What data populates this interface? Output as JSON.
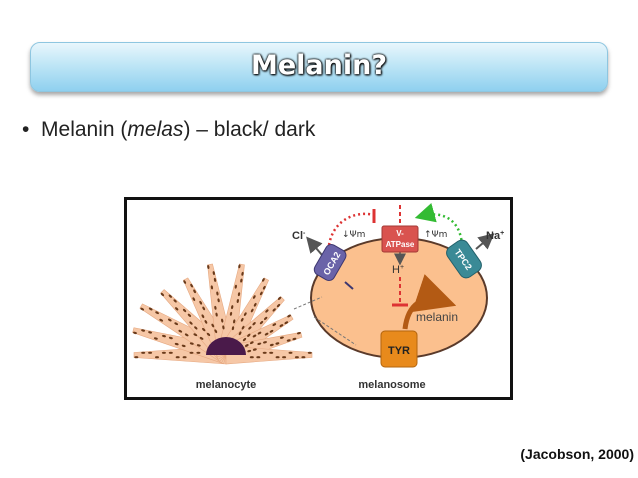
{
  "slide": {
    "title": "Melanin?",
    "bullet": {
      "marker": "•",
      "prefix": "Melanin (",
      "italic": "melas",
      "suffix": ") – black/ dark"
    },
    "citation": "(Jacobson, 2000)"
  },
  "diagram": {
    "labels": {
      "cl": "Cl",
      "cl_sup": "-",
      "psi_left": "↓Ψm",
      "psi_right": "↑Ψm",
      "v_atpase_1": "V-",
      "v_atpase_2": "ATPase",
      "h_plus": "H",
      "h_sup": "+",
      "na": "Na",
      "na_sup": "+",
      "oca2": "OCA2",
      "tpc2": "TPC2",
      "melanin": "melanin",
      "tyr": "TYR",
      "melanocyte": "melanocyte",
      "melanosome": "melanosome"
    },
    "colors": {
      "melanosome_fill": "#fbc08e",
      "cell_fill": "#f6c7a6",
      "nucleus": "#4a1a4a",
      "granule": "#6a3a1a",
      "oca2": "#6a63a8",
      "tpc2": "#3a8a96",
      "vatpase": "#d9534f",
      "tyr": "#e88a1c",
      "inhibit": "#d33",
      "activate": "#33bb33",
      "melanin_arrow": "#b35a14"
    }
  }
}
